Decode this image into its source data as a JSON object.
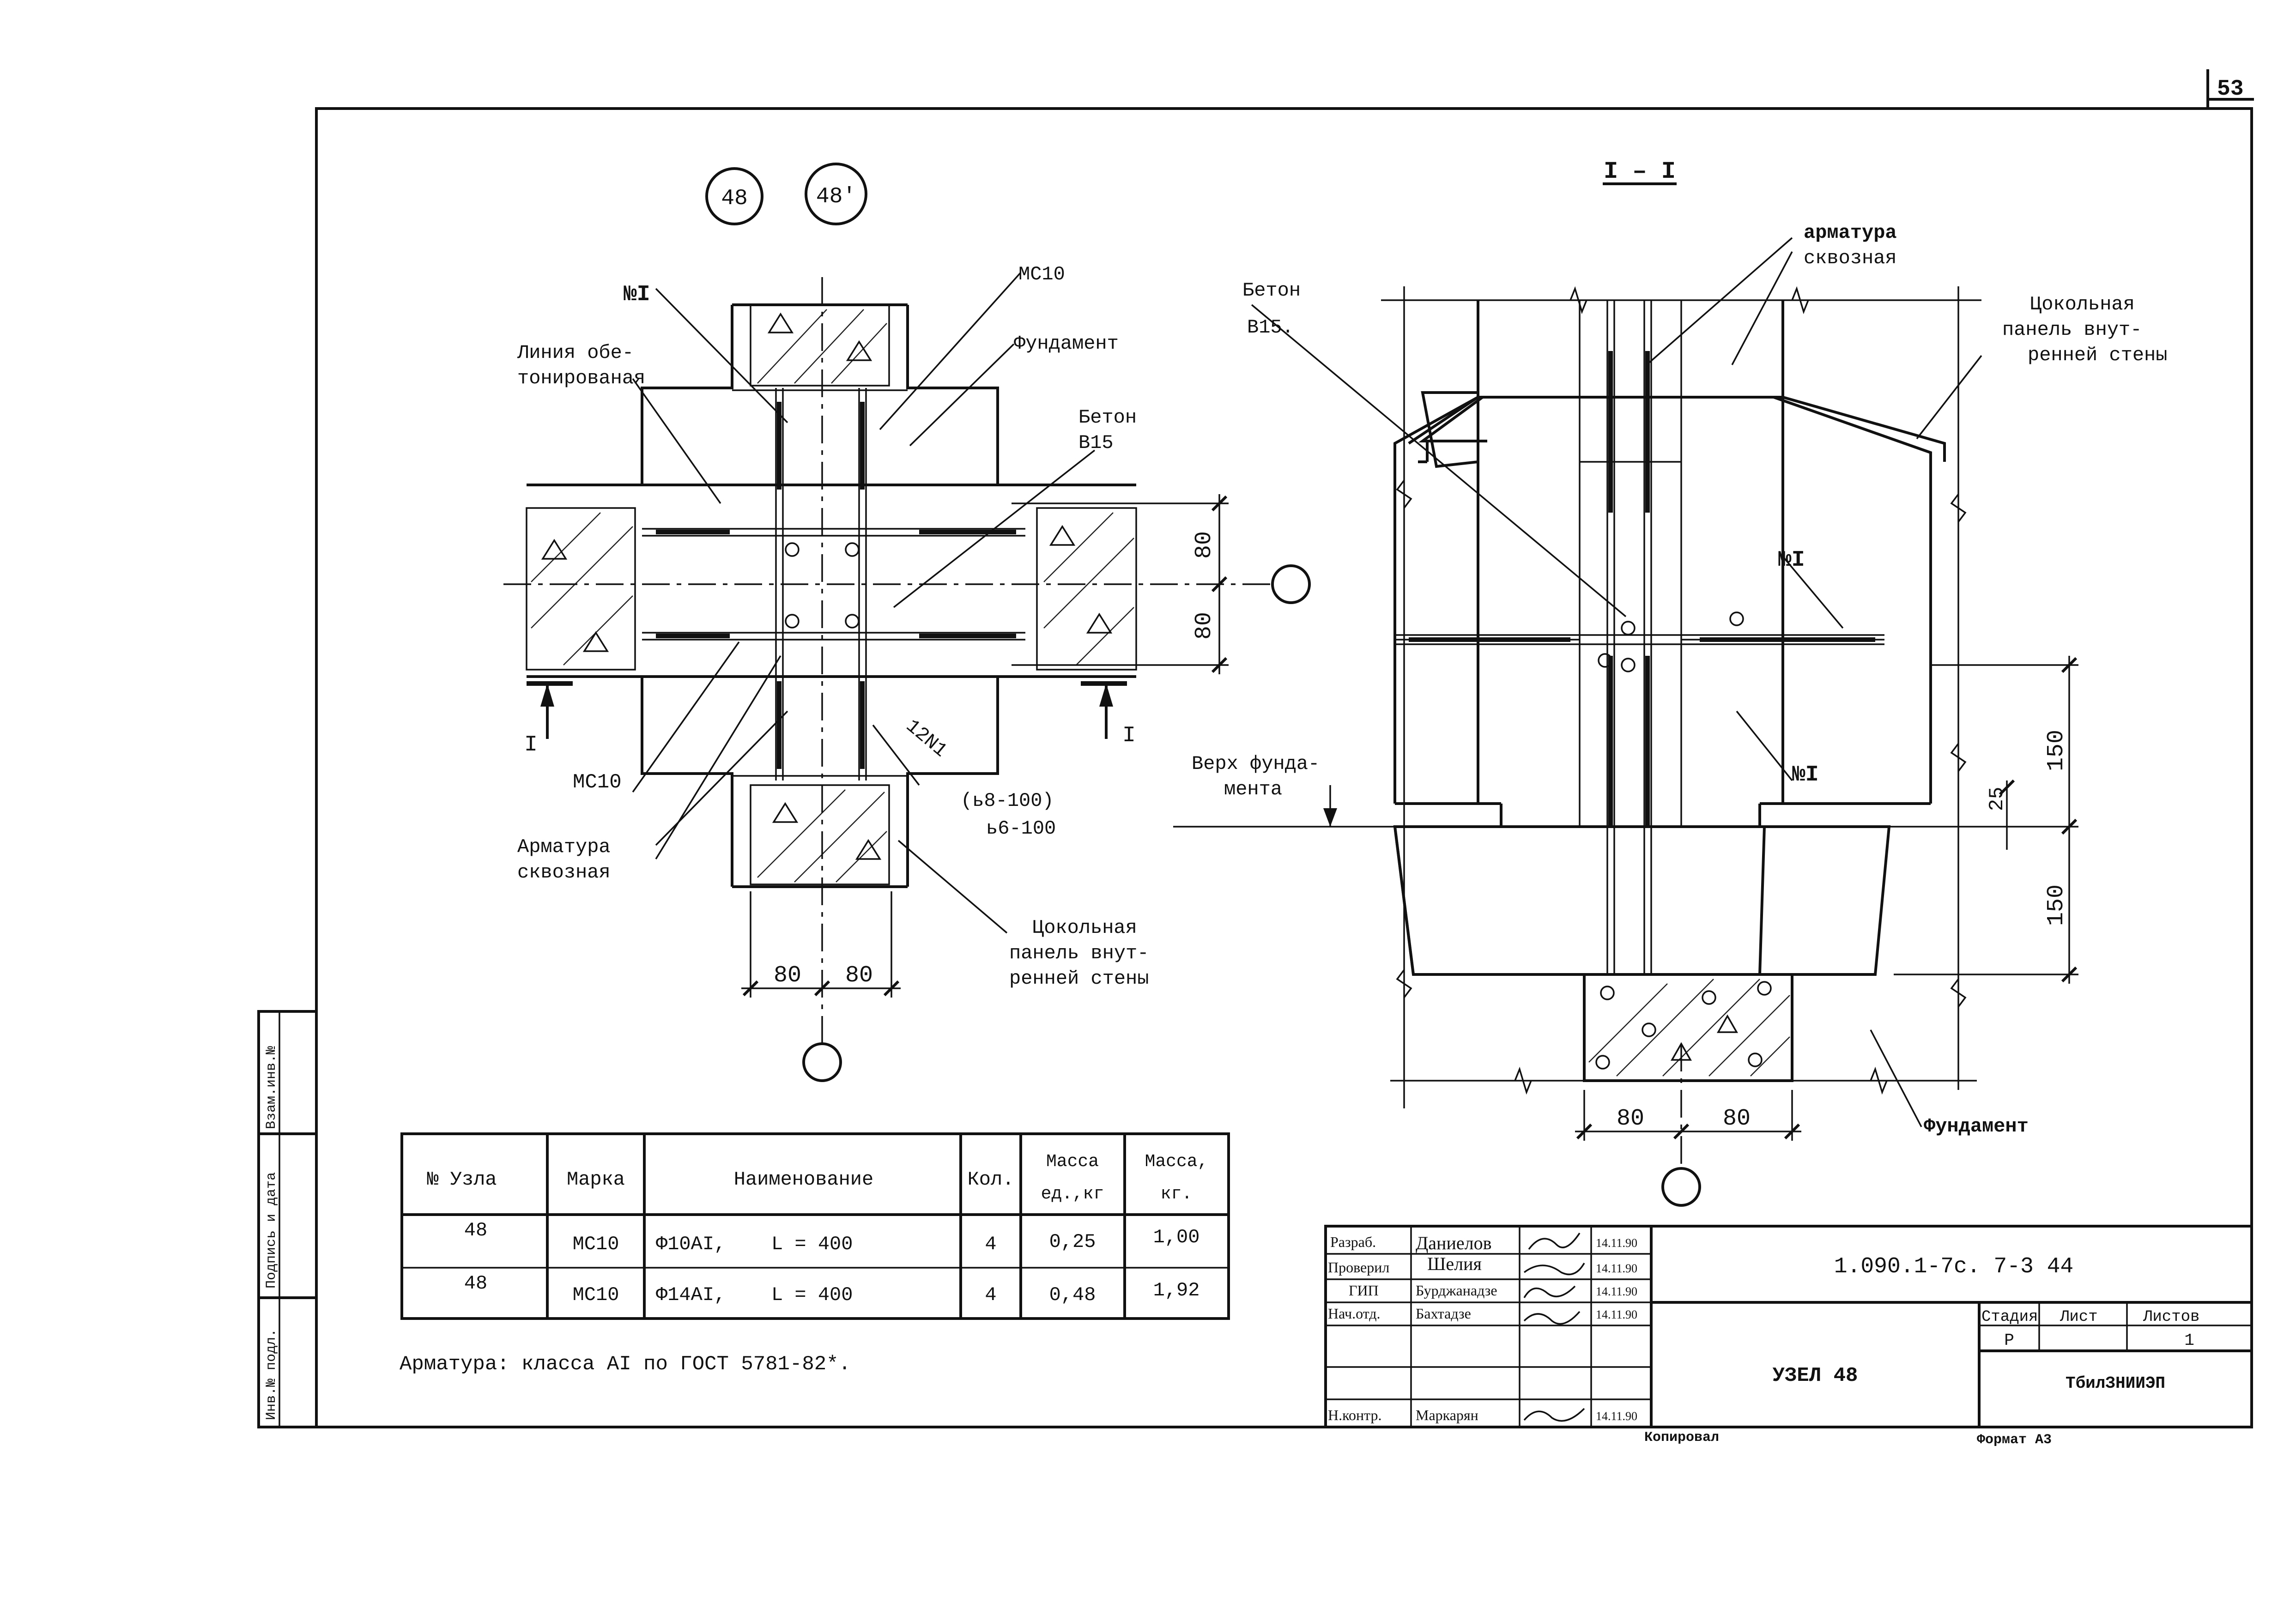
{
  "sheet": {
    "page_number": "53"
  },
  "plan": {
    "markers": [
      "48",
      "48'"
    ],
    "labels": {
      "n1": "№I",
      "liniya": "Линия обе-",
      "liniya2": "тонированая",
      "mc10_top": "МС10",
      "fundament": "Фундамент",
      "beton": "Бетон",
      "beton_class": "В15",
      "mc10_bottom": "МС10",
      "armatura": "Арматура",
      "armatura2": "сквозная",
      "bars": "12N1",
      "spacing1": "(ь8-100)",
      "spacing2": "ь6-100",
      "pokolnaya": "Цокольная",
      "pokolnaya2": "панель внут-",
      "pokolnaya3": "ренней стены",
      "section_mark": "I"
    },
    "dims": {
      "h1": "80",
      "h2": "80",
      "w1": "80",
      "w2": "80"
    }
  },
  "section": {
    "title": "I – I",
    "labels": {
      "beton": "Бетон",
      "beton_class": "В15.",
      "armatura": "арматура",
      "armatura2": "сквозная",
      "pokolnaya": "Цокольная",
      "pokolnaya2": "панель внут-",
      "pokolnaya3": "ренней стены",
      "n1_top": "№I",
      "n1_bottom": "№I",
      "verh": "Верх фунда-",
      "verh2": "мента",
      "fundament": "Фундамент"
    },
    "dims": {
      "d150a": "150",
      "d25": "25",
      "d150b": "150",
      "w1": "80",
      "w2": "80"
    }
  },
  "spec_table": {
    "headers": [
      "№ Узла",
      "Марка",
      "Наименование",
      "Кол.",
      "Масса ед.,кг",
      "Масса, кг."
    ],
    "rows": [
      {
        "node": "48",
        "mark": "МС10",
        "name": "Ф10АI,",
        "length": "L = 400",
        "qty": "4",
        "unit_mass": "0,25",
        "mass": "1,00"
      },
      {
        "node": "48",
        "mark": "МС10",
        "name": "Ф14АI,",
        "length": "L = 400",
        "qty": "4",
        "unit_mass": "0,48",
        "mass": "1,92"
      }
    ],
    "note": "Арматура: класса АI по ГОСТ 5781-82*."
  },
  "stamp_side": [
    "Взам.инв.№",
    "Подпись и дата",
    "Инв.№ подл."
  ],
  "title_block": {
    "doc_code": "1.090.1-7с. 7-3 44",
    "roles": [
      "Разраб.",
      "Проверил",
      "ГИП",
      "Нач.отд.",
      "",
      "",
      "Н.контр."
    ],
    "names": [
      "Даниелов",
      "Шелия",
      "Бурджанадзе",
      "Бахтадзе",
      "",
      "",
      "Маркарян"
    ],
    "dates": [
      "14.11.90",
      "14.11.90",
      "14.11.90",
      "14.11.90",
      "",
      "",
      "14.11.90"
    ],
    "title": "УЗЕЛ 48",
    "stage_label": "Стадия",
    "sheet_label": "Лист",
    "sheets_label": "Листов",
    "stage": "Р",
    "sheets": "1",
    "org": "ТбилЗНИИЭП",
    "copied": "Копировал",
    "format": "Формат А3"
  }
}
